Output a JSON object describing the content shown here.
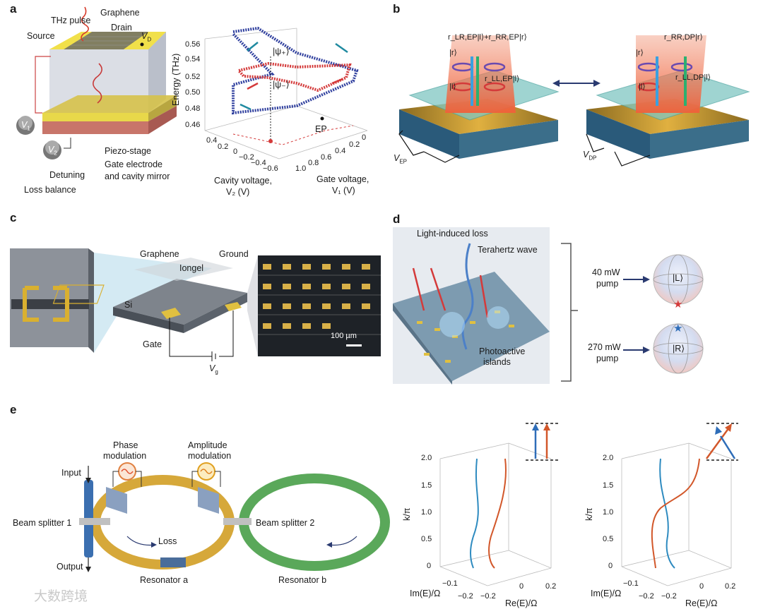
{
  "panels": {
    "a": {
      "letter": "a",
      "device": {
        "thz_pulse": "THz pulse",
        "graphene": "Graphene",
        "source": "Source",
        "drain": "Drain",
        "vd": "V",
        "vd_sub": "D",
        "v1": "V",
        "v1_sub": "1",
        "v2": "V",
        "v2_sub": "2",
        "piezo": "Piezo-stage",
        "gate_electrode": "Gate electrode",
        "cavity_mirror": "and cavity mirror",
        "detuning": "Detuning",
        "loss_balance": "Loss balance"
      },
      "plot": {
        "zlabel": "Energy (THz)",
        "zticks": [
          "0.56",
          "0.54",
          "0.52",
          "0.50",
          "0.48",
          "0.46"
        ],
        "psi_plus": "|ψ₊⟩",
        "psi_minus": "|ψ₋⟩",
        "ep": "EP",
        "xticks": [
          "0.4",
          "0.2",
          "0",
          "−0.2",
          "−0.4",
          "−0.6"
        ],
        "yticks": [
          "1.0",
          "0.8",
          "0.6",
          "0.4",
          "0.2",
          "0"
        ],
        "xlabel_1": "Cavity voltage,",
        "xlabel_2": "V₂ (V)",
        "ylabel_1": "Gate voltage,",
        "ylabel_2": "V₁ (V)",
        "colors": {
          "upper": "#2f3f9e",
          "lower": "#d43a3a",
          "arrow_teal": "#1f8aa0"
        }
      }
    },
    "b": {
      "letter": "b",
      "left_label": "r",
      "left_label_full": "r_LR,EP|l⟩+r_RR,EP|r⟩",
      "left_r": "|r⟩",
      "left_l": "|l⟩",
      "left_ll": "r_LL,EP|l⟩",
      "left_v": "V",
      "left_v_sub": "EP",
      "right_label_full": "r_RR,DP|r⟩",
      "right_r": "|r⟩",
      "right_l": "|l⟩",
      "right_ll": "r_LL,DP|l⟩",
      "right_v": "V",
      "right_v_sub": "DP"
    },
    "c": {
      "letter": "c",
      "graphene": "Graphene",
      "ground": "Ground",
      "iongel": "Iongel",
      "si": "Si",
      "gate": "Gate",
      "vg": "V",
      "vg_sub": "g",
      "scalebar": "100 µm"
    },
    "d": {
      "letter": "d",
      "light_loss": "Light-induced loss",
      "thz_wave": "Terahertz wave",
      "photoactive_1": "Photoactive",
      "photoactive_2": "islands",
      "pump1_1": "40 mW",
      "pump1_2": "pump",
      "pump2_1": "270 mW",
      "pump2_2": "pump",
      "state_L": "|L⟩",
      "state_R": "|R⟩"
    },
    "e": {
      "letter": "e",
      "phase_1": "Phase",
      "phase_2": "modulation",
      "amp_1": "Amplitude",
      "amp_2": "modulation",
      "input": "Input",
      "output": "Output",
      "bs1": "Beam splitter 1",
      "bs2": "Beam splitter 2",
      "loss": "Loss",
      "resonator_a": "Resonator a",
      "resonator_b": "Resonator b",
      "plot_yticks": [
        "2.0",
        "1.5",
        "1.0",
        "0.5",
        "0"
      ],
      "plot_ylabel": "k/π",
      "plot_im_label": "Im(E)/Ω",
      "plot_re_label": "Re(E)/Ω",
      "plot_im_ticks": [
        "−0.1",
        "−0.2"
      ],
      "plot_re_ticks": [
        "−0.2",
        "0",
        "0.2"
      ],
      "colors": {
        "blue": "#2e8bc0",
        "orange": "#d2572a"
      }
    }
  },
  "watermark": "大数跨境"
}
